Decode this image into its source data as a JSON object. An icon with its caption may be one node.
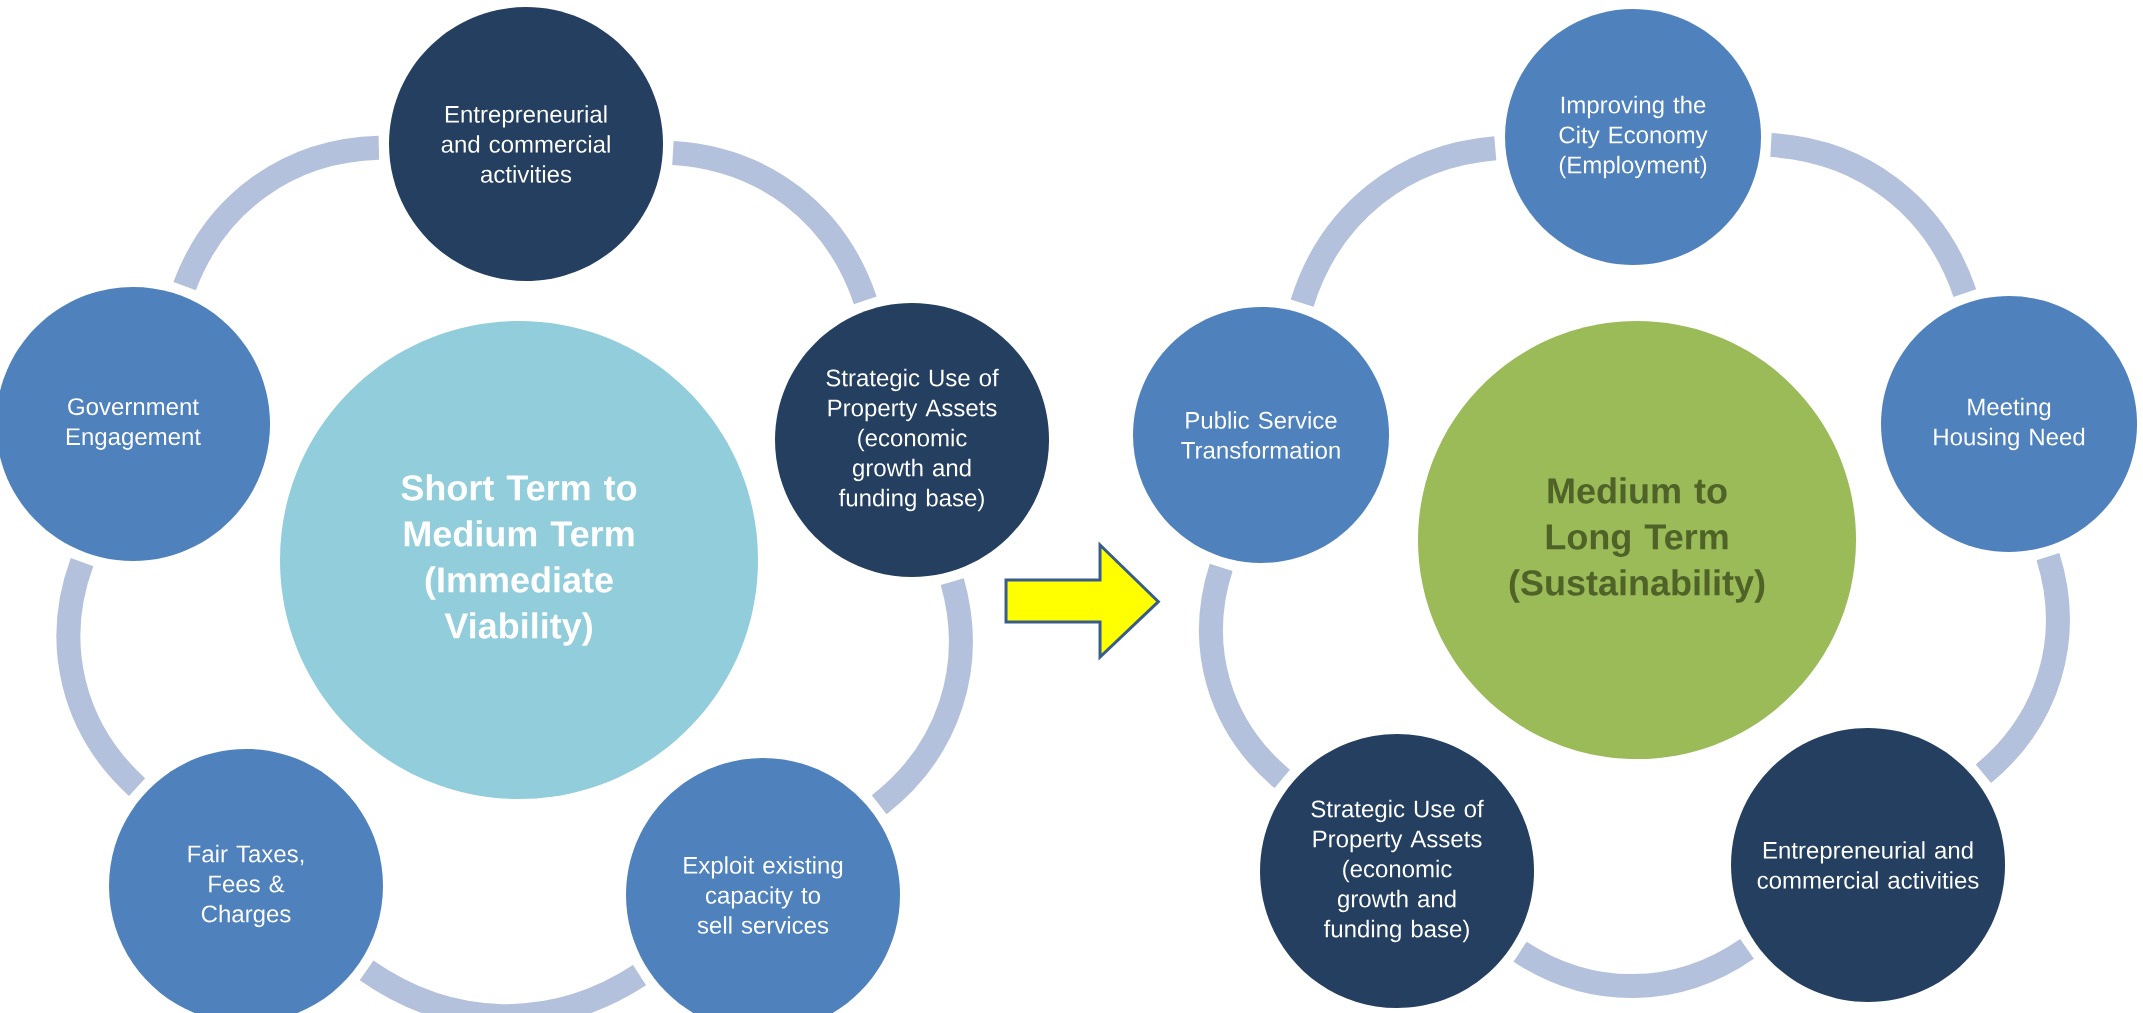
{
  "diagram": {
    "nodes": [
      {
        "text": [
          "Short Term to Medium Term (Immediate Viability)"
        ]
      },
      {
        "text": [
          "Entrepreneurial and commercial activities"
        ]
      },
      {
        "text": [
          "Strategic Use of Property Assets (economic growth and funding base)"
        ]
      },
      {
        "text": [
          "Exploit existing capacity to sell services"
        ]
      },
      {
        "text": [
          "Fair Taxes, Fees & Charges"
        ]
      },
      {
        "text": [
          "Government Engagement"
        ]
      },
      {
        "text": [
          "Medium to Long Term (Sustainability)"
        ]
      },
      {
        "text": [
          "Improving the City Economy (Employment)"
        ]
      },
      {
        "text": [
          "Meeting Housing Need"
        ]
      },
      {
        "text": [
          "Entrepreneurial and commercial activities"
        ]
      },
      {
        "text": [
          "Strategic Use of Property Assets (economic growth and funding base)"
        ]
      },
      {
        "text": [
          "Public Service Transformation"
        ]
      }
    ],
    "edges": [
      {
        "from": 1,
        "to": 2,
        "arrow": "none"
      },
      {
        "from": 2,
        "to": 3,
        "arrow": "none"
      },
      {
        "from": 3,
        "to": 4,
        "arrow": "none"
      },
      {
        "from": 4,
        "to": 5,
        "arrow": "none"
      },
      {
        "from": 5,
        "to": 1,
        "arrow": "none"
      },
      {
        "from": 7,
        "to": 8,
        "arrow": "none"
      },
      {
        "from": 8,
        "to": 9,
        "arrow": "none"
      },
      {
        "from": 9,
        "to": 10,
        "arrow": "none"
      },
      {
        "from": 10,
        "to": 11,
        "arrow": "none"
      },
      {
        "from": 11,
        "to": 7,
        "arrow": "none"
      },
      {
        "from": 2,
        "to": 11,
        "arrow": "to",
        "style": "thick",
        "color": "#ffff00"
      }
    ]
  }
}
